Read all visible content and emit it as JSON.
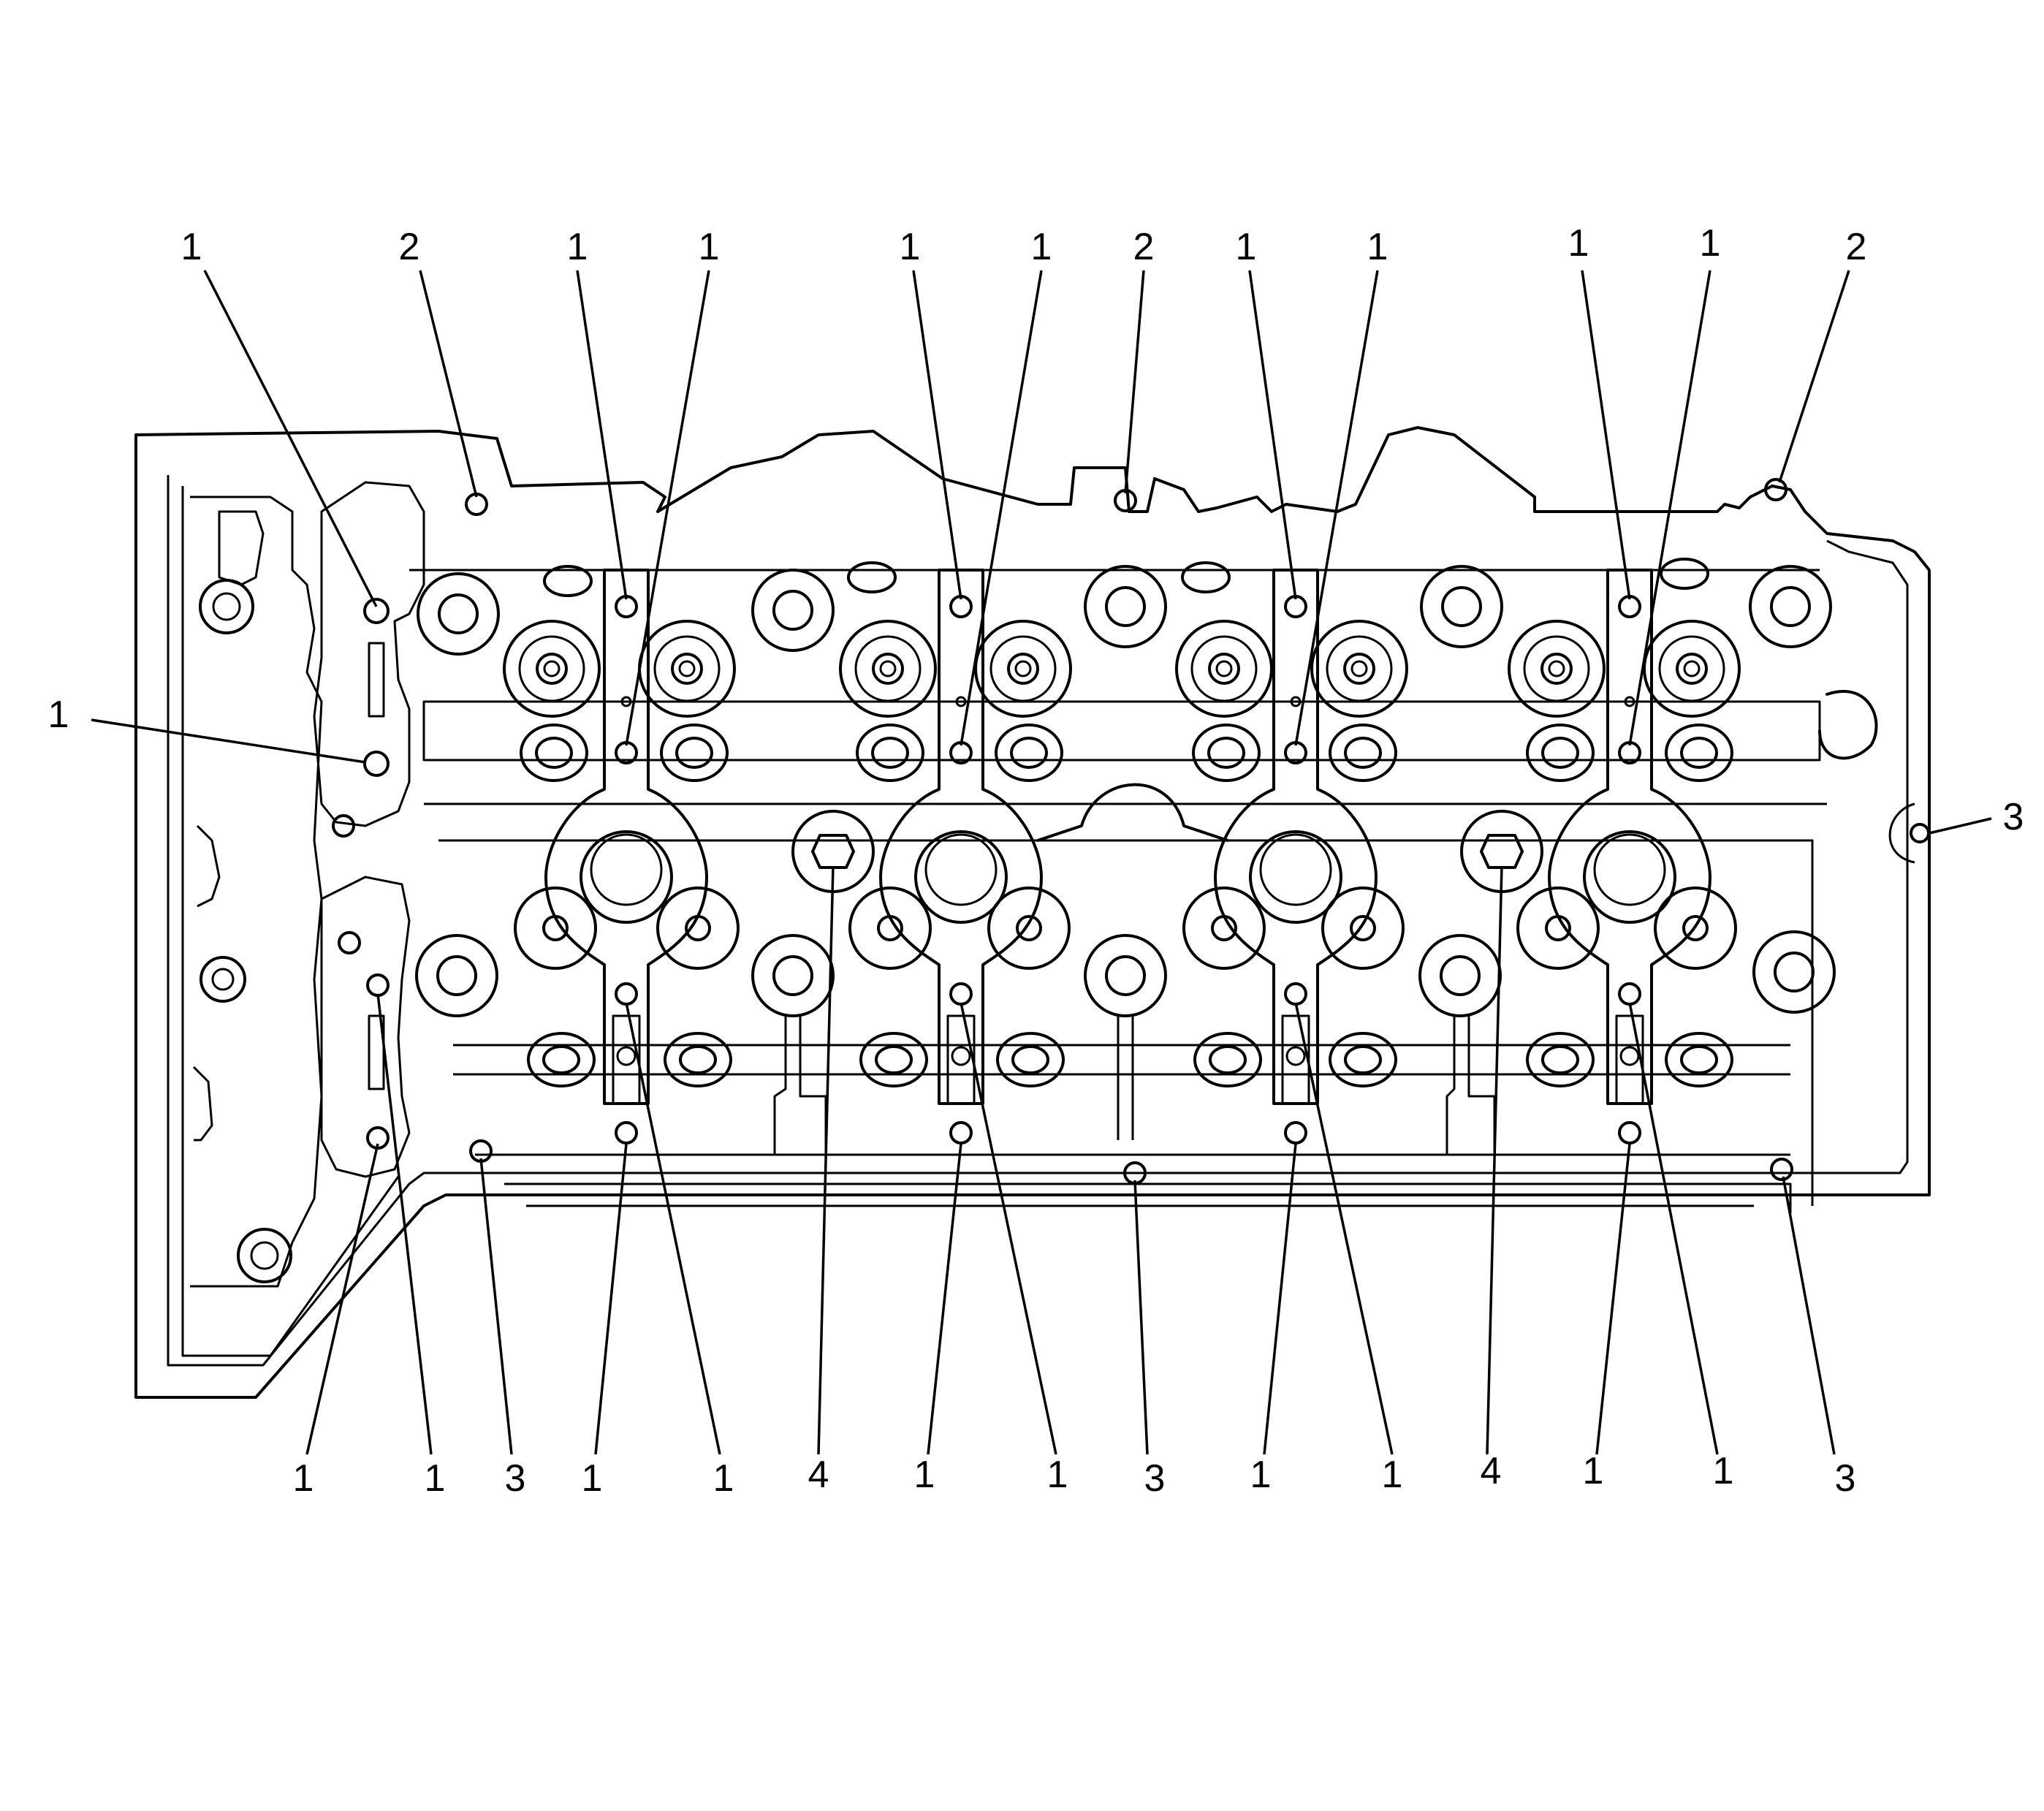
{
  "callouts": {
    "top": [
      "1",
      "2",
      "1",
      "1",
      "1",
      "1",
      "2",
      "1",
      "1",
      "1",
      "1",
      "2"
    ],
    "left": "1",
    "right": "3",
    "bottom": [
      "1",
      "1",
      "3",
      "1",
      "1",
      "4",
      "1",
      "1",
      "3",
      "1",
      "1",
      "4",
      "1",
      "1",
      "3"
    ]
  }
}
